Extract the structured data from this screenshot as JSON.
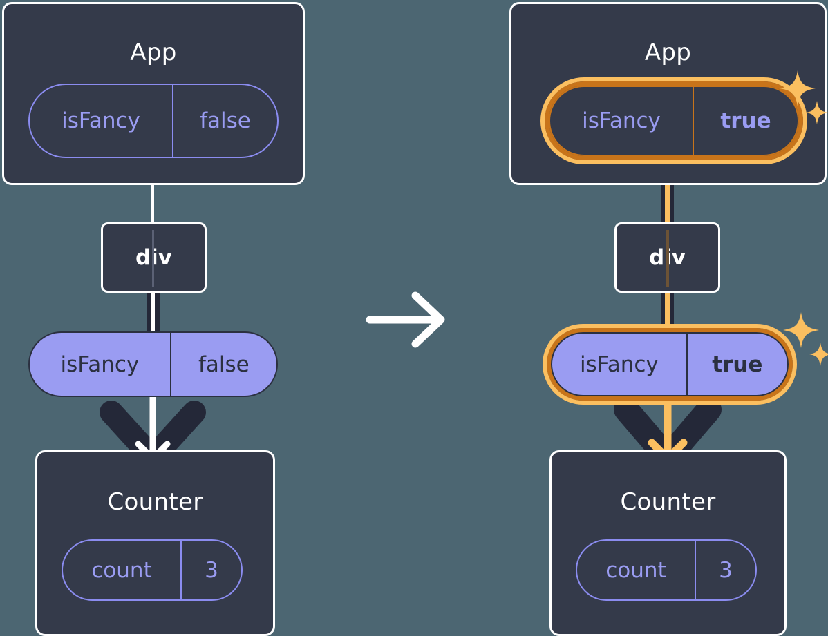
{
  "diagram": {
    "type": "react-state-flow",
    "background_color": "#4c6672",
    "transition_icon": "right-arrow-icon",
    "panels": [
      {
        "id": "before",
        "app": {
          "title": "App",
          "state_pill": {
            "key": "isFancy",
            "value": "false",
            "highlighted": false,
            "style": "outline"
          }
        },
        "div": {
          "label": "div"
        },
        "props_pill": {
          "key": "isFancy",
          "value": "false",
          "highlighted": false,
          "style": "solid"
        },
        "counter": {
          "title": "Counter",
          "state_pill": {
            "key": "count",
            "value": "3",
            "highlighted": false,
            "style": "outline"
          }
        },
        "sparkles": false
      },
      {
        "id": "after",
        "app": {
          "title": "App",
          "state_pill": {
            "key": "isFancy",
            "value": "true",
            "highlighted": true,
            "style": "outline"
          }
        },
        "div": {
          "label": "div"
        },
        "props_pill": {
          "key": "isFancy",
          "value": "true",
          "highlighted": true,
          "style": "solid"
        },
        "counter": {
          "title": "Counter",
          "state_pill": {
            "key": "count",
            "value": "3",
            "highlighted": false,
            "style": "outline"
          }
        },
        "sparkles": true
      }
    ],
    "colors": {
      "node_bg": "#343a4a",
      "node_border": "#ffffff",
      "pill_purple": "#9a9cf2",
      "pill_text_dark": "#2b3040",
      "highlight_outer": "#fbbf60",
      "highlight_inner": "#c8741a",
      "connector_dark": "#242838",
      "connector_white": "#ffffff"
    }
  }
}
